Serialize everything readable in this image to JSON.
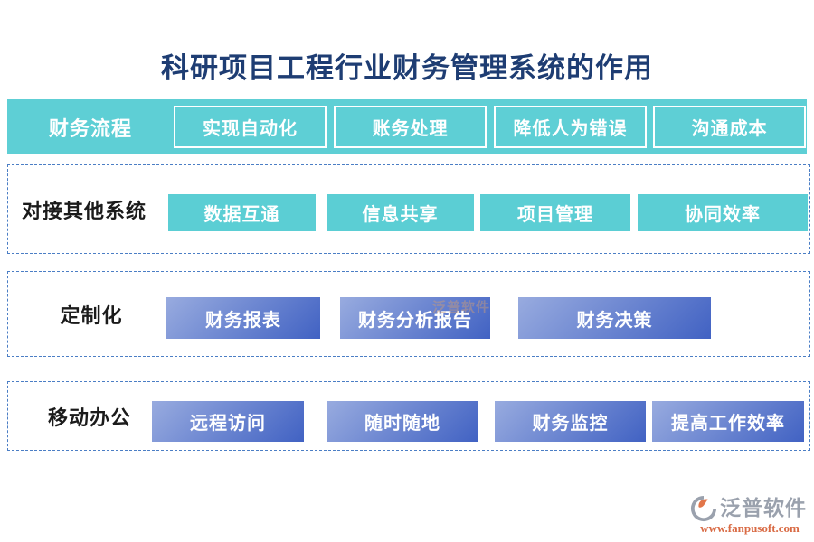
{
  "title": "科研项目工程行业财务管理系统的作用",
  "rows": [
    {
      "label": "财务流程",
      "buttons": [
        "实现自动化",
        "账务处理",
        "降低人为错误",
        "沟通成本"
      ]
    },
    {
      "label": "对接其他系统",
      "buttons": [
        "数据互通",
        "信息共享",
        "项目管理",
        "协同效率"
      ]
    },
    {
      "label": "定制化",
      "buttons": [
        "财务报表",
        "财务分析报告",
        "财务决策"
      ]
    },
    {
      "label": "移动办公",
      "buttons": [
        "远程访问",
        "随时随地",
        "财务监控",
        "提高工作效率"
      ]
    }
  ],
  "watermark": {
    "text": "泛普软件"
  },
  "footer": {
    "brand": "泛普软件",
    "website": "www.fanpusoft.com"
  },
  "colors": {
    "teal": "#5ecfd5",
    "blue_gradient_light": "#98abdf",
    "blue_gradient_dark": "#4162c3",
    "dashed_border": "#4b7ec5",
    "title_navy": "#1e3d73",
    "url_orange": "#d96b45",
    "brand_gray": "#9aa1ad"
  }
}
